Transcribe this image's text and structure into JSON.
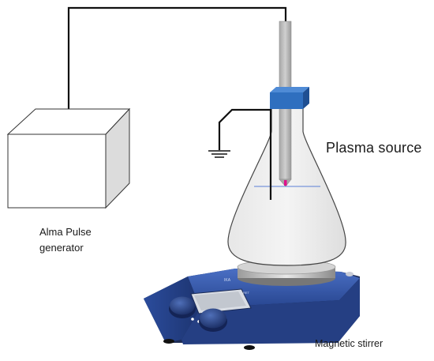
{
  "labels": {
    "pulse_generator_line1": "Alma Pulse",
    "pulse_generator_line2": "generator",
    "plasma_source": "Plasma source",
    "magnetic_stirrer": "Magnetic stirrer"
  },
  "colors": {
    "wire": "#111111",
    "clamp": "#2f6fbf",
    "electrode": "#b4b4b4",
    "plasma": "#e0108c",
    "liquid_line": "#5b7fd6",
    "stirrer_body": "#2f4f9a",
    "stirrer_base": "#1e2c55"
  }
}
